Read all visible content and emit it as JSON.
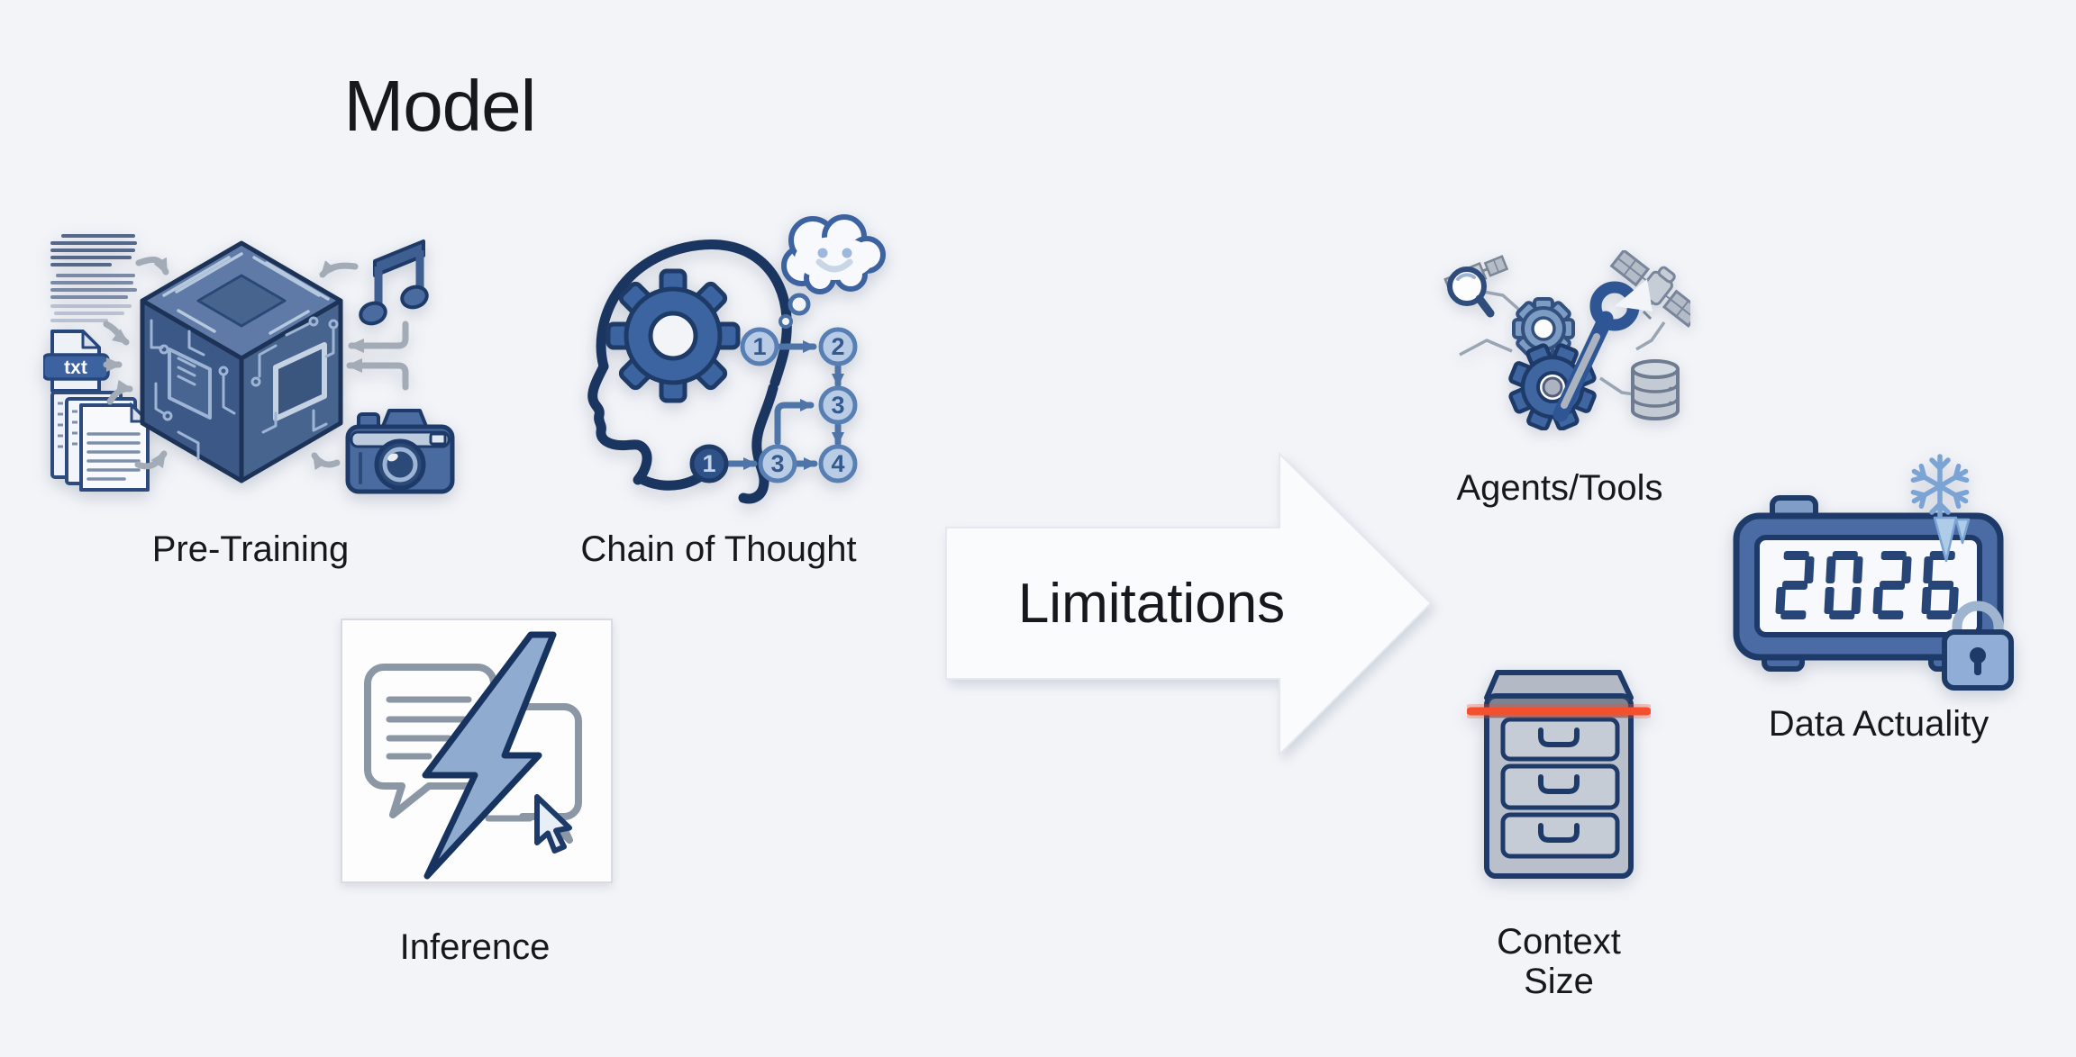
{
  "title": "Model",
  "arrow": {
    "label": "Limitations"
  },
  "model_section": {
    "items": [
      {
        "id": "pre-training",
        "label": "Pre-Training"
      },
      {
        "id": "chain-of-thought",
        "label": "Chain of Thought"
      },
      {
        "id": "inference",
        "label": "Inference"
      }
    ]
  },
  "limitations_section": {
    "items": [
      {
        "id": "agents-tools",
        "label": "Agents/Tools"
      },
      {
        "id": "data-actuality",
        "label": "Data Actuality"
      },
      {
        "id": "context-size",
        "label": "Context Size"
      }
    ]
  },
  "badges": {
    "txt_file": "txt"
  },
  "clock": {
    "year": "2026"
  },
  "cot": {
    "n1": "1",
    "n2": "2",
    "n3": "3",
    "n4": "4"
  },
  "icons": [
    "document-text-icon",
    "txt-file-icon",
    "document-stack-icon",
    "circuit-cube-icon",
    "music-note-icon",
    "camera-icon",
    "head-gear-icon",
    "thought-cloud-icon",
    "step-circles-icon",
    "chat-bubbles-icon",
    "lightning-bolt-icon",
    "cursor-icon",
    "magnifier-icon",
    "satellite-icon",
    "gears-wrench-icon",
    "database-icon",
    "digital-clock-icon",
    "snowflake-icon",
    "padlock-icon",
    "file-cabinet-icon"
  ],
  "colors": {
    "background": "#f2f4f8",
    "text": "#16181d",
    "navy": "#1d3a68",
    "blue": "#3c62a0",
    "steel_blue": "#7d9cc4",
    "light_blue": "#b9cce6",
    "pale_blue": "#e6ecf5",
    "gray": "#9aa5b3",
    "red_line": "#f4502e",
    "white": "#fdfdfe"
  }
}
